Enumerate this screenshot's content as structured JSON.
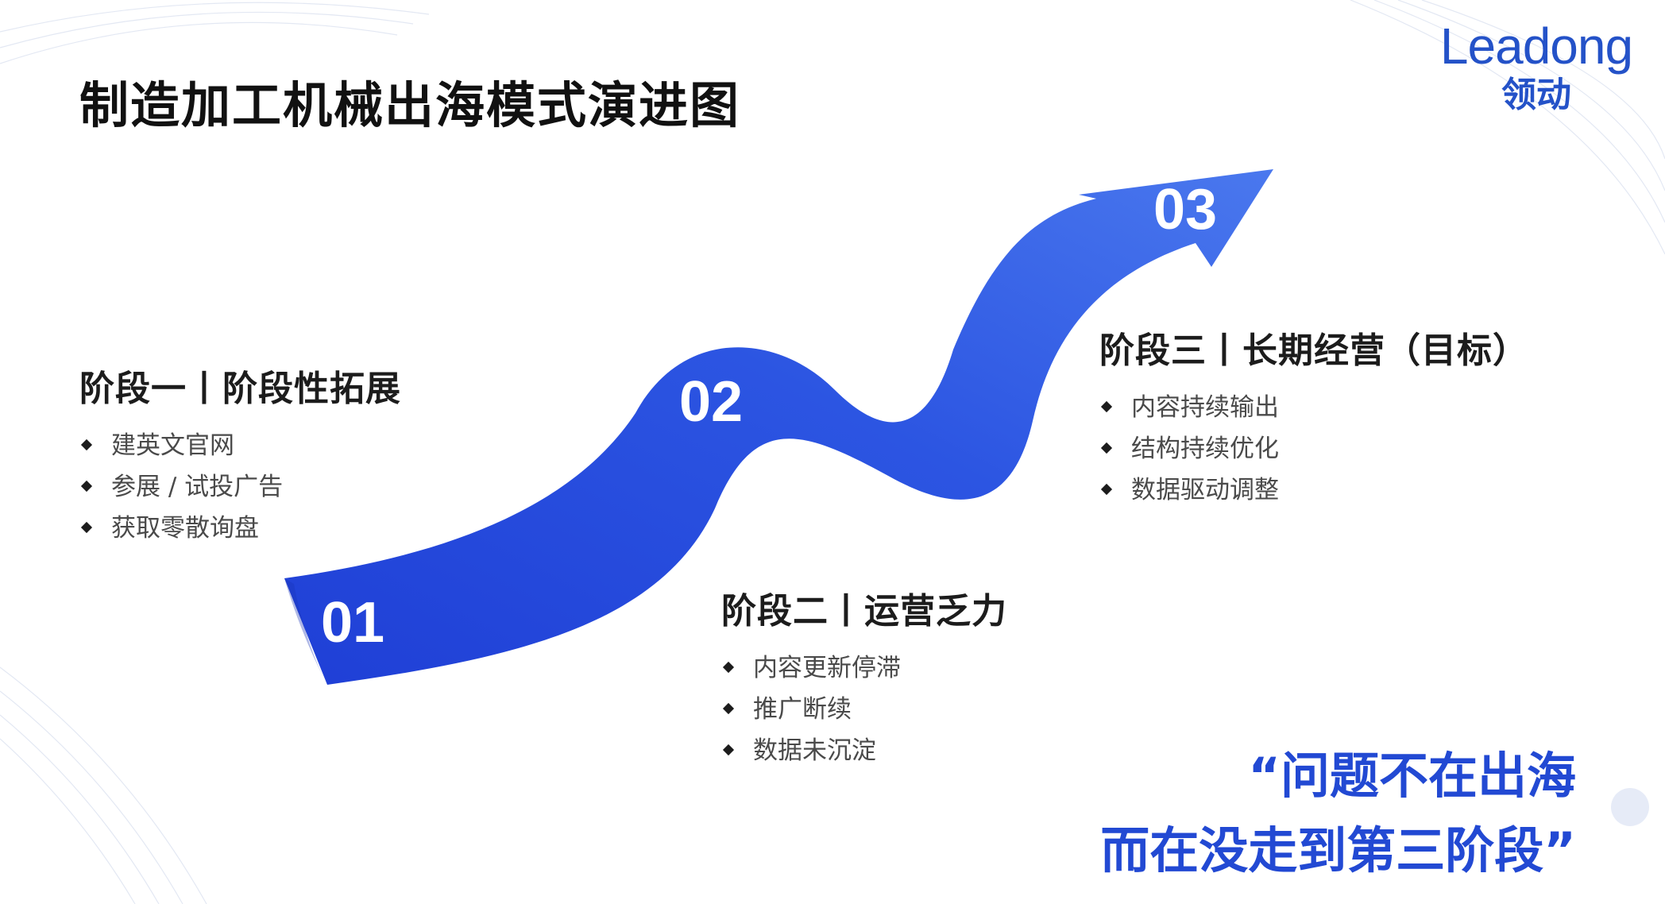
{
  "title": "制造加工机械出海模式演进图",
  "logo": {
    "en": "Leadong",
    "cn": "领动"
  },
  "colors": {
    "arrow_dark": "#1f3fd6",
    "arrow_light": "#4a78ee",
    "quote": "#2249d3",
    "logo": "#2452c8"
  },
  "stage_numbers": [
    "01",
    "02",
    "03"
  ],
  "stages": [
    {
      "title": "阶段一丨阶段性拓展",
      "items": [
        "建英文官网",
        "参展 / 试投广告",
        "获取零散询盘"
      ]
    },
    {
      "title": "阶段二丨运营乏力",
      "items": [
        "内容更新停滞",
        "推广断续",
        "数据未沉淀"
      ]
    },
    {
      "title": "阶段三丨长期经营（目标）",
      "items": [
        "内容持续输出",
        "结构持续优化",
        "数据驱动调整"
      ]
    }
  ],
  "quote": {
    "line1": "“问题不在出海",
    "line2": "而在没走到第三阶段”"
  }
}
